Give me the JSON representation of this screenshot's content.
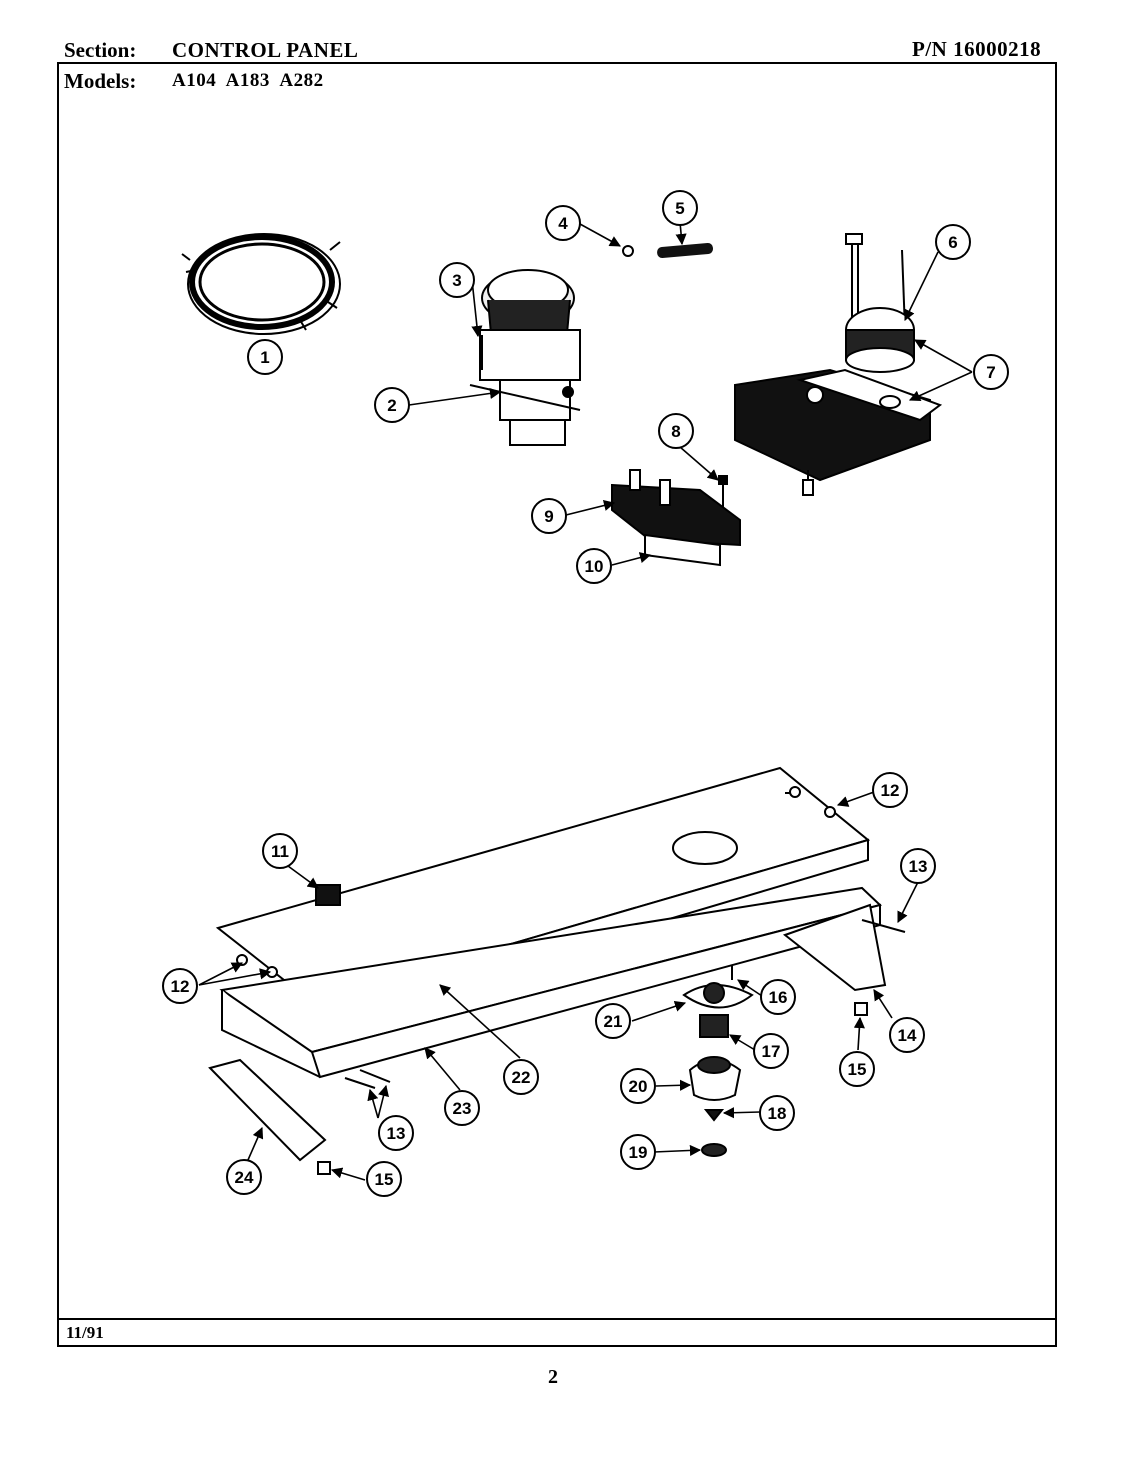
{
  "header": {
    "section_label": "Section:",
    "section_value": "CONTROL PANEL",
    "part_number": "P/N 16000218",
    "models_label": "Models:",
    "models_value": "A104  A183  A282"
  },
  "footer": {
    "date": "11/91",
    "page": "2"
  },
  "callouts": [
    {
      "label": "1",
      "name": "callout-1-wire-harness"
    },
    {
      "label": "2",
      "name": "callout-2"
    },
    {
      "label": "3",
      "name": "callout-3"
    },
    {
      "label": "4",
      "name": "callout-4"
    },
    {
      "label": "5",
      "name": "callout-5"
    },
    {
      "label": "6",
      "name": "callout-6"
    },
    {
      "label": "7",
      "name": "callout-7"
    },
    {
      "label": "8",
      "name": "callout-8"
    },
    {
      "label": "9",
      "name": "callout-9"
    },
    {
      "label": "10",
      "name": "callout-10"
    },
    {
      "label": "11",
      "name": "callout-11"
    },
    {
      "label": "12",
      "name": "callout-12-right"
    },
    {
      "label": "12",
      "name": "callout-12-left"
    },
    {
      "label": "13",
      "name": "callout-13-right"
    },
    {
      "label": "13",
      "name": "callout-13-left"
    },
    {
      "label": "14",
      "name": "callout-14"
    },
    {
      "label": "15",
      "name": "callout-15-right"
    },
    {
      "label": "15",
      "name": "callout-15-left"
    },
    {
      "label": "16",
      "name": "callout-16"
    },
    {
      "label": "17",
      "name": "callout-17"
    },
    {
      "label": "18",
      "name": "callout-18"
    },
    {
      "label": "19",
      "name": "callout-19"
    },
    {
      "label": "20",
      "name": "callout-20"
    },
    {
      "label": "21",
      "name": "callout-21"
    },
    {
      "label": "22",
      "name": "callout-22"
    },
    {
      "label": "23",
      "name": "callout-23"
    },
    {
      "label": "24",
      "name": "callout-24"
    }
  ]
}
